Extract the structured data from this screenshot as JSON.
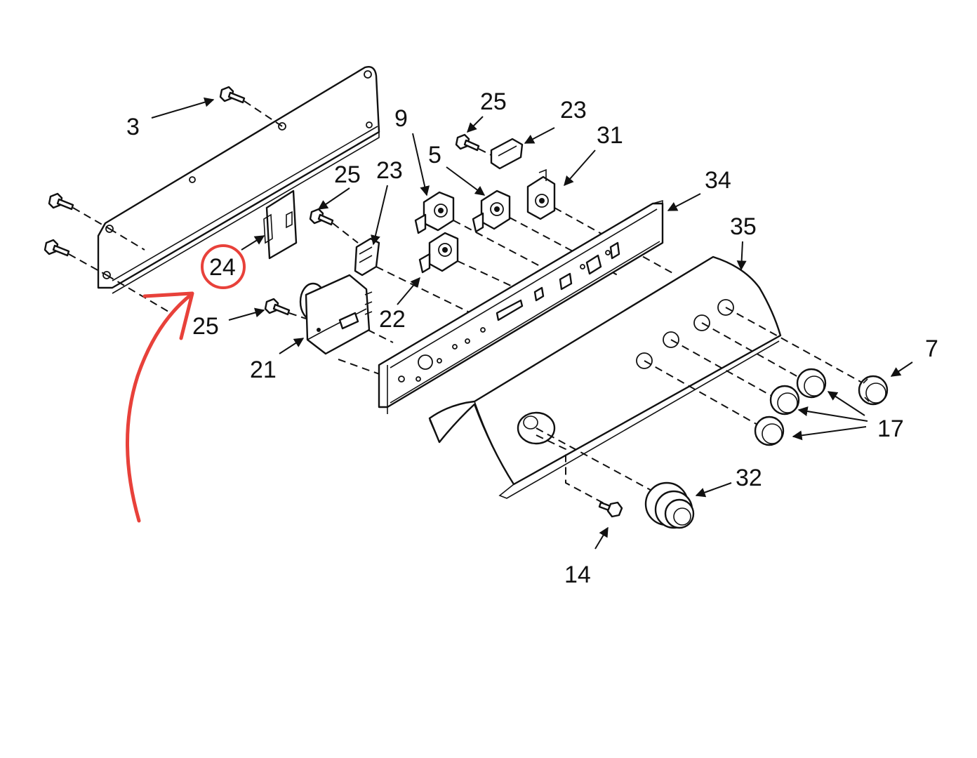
{
  "labels": {
    "p3": "3",
    "p25a": "25",
    "p23a": "23",
    "p9": "9",
    "p5": "5",
    "p31": "31",
    "p25b": "25",
    "p23b": "23",
    "p34": "34",
    "p35": "35",
    "p24": "24",
    "p25c": "25",
    "p22": "22",
    "p21": "21",
    "p7": "7",
    "p17": "17",
    "p32": "32",
    "p14": "14"
  },
  "colors": {
    "highlight": "#e8413a",
    "ink": "#111111",
    "background": "#ffffff"
  },
  "highlighted_part": "24"
}
